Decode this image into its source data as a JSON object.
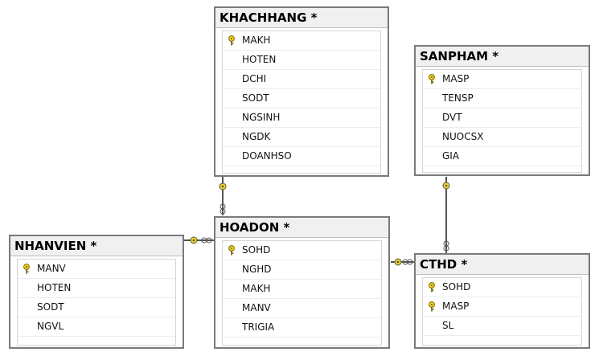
{
  "tables": {
    "khachhang": {
      "title": "KHACHHANG *",
      "columns": [
        {
          "name": "MAKH",
          "pk": true
        },
        {
          "name": "HOTEN",
          "pk": false
        },
        {
          "name": "DCHI",
          "pk": false
        },
        {
          "name": "SODT",
          "pk": false
        },
        {
          "name": "NGSINH",
          "pk": false
        },
        {
          "name": "NGDK",
          "pk": false
        },
        {
          "name": "DOANHSO",
          "pk": false
        }
      ]
    },
    "sanpham": {
      "title": "SANPHAM *",
      "columns": [
        {
          "name": "MASP",
          "pk": true
        },
        {
          "name": "TENSP",
          "pk": false
        },
        {
          "name": "DVT",
          "pk": false
        },
        {
          "name": "NUOCSX",
          "pk": false
        },
        {
          "name": "GIA",
          "pk": false
        }
      ]
    },
    "nhanvien": {
      "title": "NHANVIEN *",
      "columns": [
        {
          "name": "MANV",
          "pk": true
        },
        {
          "name": "HOTEN",
          "pk": false
        },
        {
          "name": "SODT",
          "pk": false
        },
        {
          "name": "NGVL",
          "pk": false
        }
      ]
    },
    "hoadon": {
      "title": "HOADON *",
      "columns": [
        {
          "name": "SOHD",
          "pk": true
        },
        {
          "name": "NGHD",
          "pk": false
        },
        {
          "name": "MAKH",
          "pk": false
        },
        {
          "name": "MANV",
          "pk": false
        },
        {
          "name": "TRIGIA",
          "pk": false
        }
      ]
    },
    "cthd": {
      "title": "CTHD *",
      "columns": [
        {
          "name": "SOHD",
          "pk": true
        },
        {
          "name": "MASP",
          "pk": true
        },
        {
          "name": "SL",
          "pk": false
        }
      ]
    }
  },
  "relationships": [
    {
      "from": "hoadon",
      "to": "khachhang"
    },
    {
      "from": "hoadon",
      "to": "nhanvien"
    },
    {
      "from": "cthd",
      "to": "hoadon"
    },
    {
      "from": "cthd",
      "to": "sanpham"
    }
  ],
  "colors": {
    "key_icon": "#f2d21b",
    "border": "#7a7a7a",
    "title_bg": "#f0f0f0"
  }
}
